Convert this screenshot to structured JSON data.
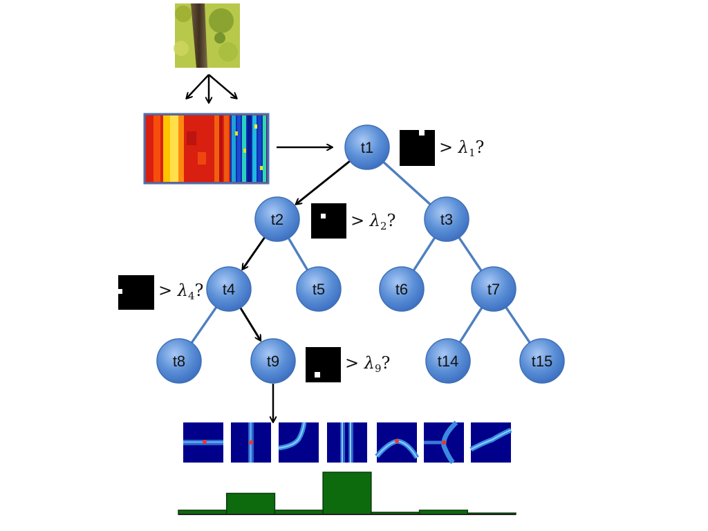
{
  "nodes": [
    {
      "id": "t1",
      "label": "t1"
    },
    {
      "id": "t2",
      "label": "t2"
    },
    {
      "id": "t3",
      "label": "t3"
    },
    {
      "id": "t4",
      "label": "t4"
    },
    {
      "id": "t5",
      "label": "t5"
    },
    {
      "id": "t6",
      "label": "t6"
    },
    {
      "id": "t7",
      "label": "t7"
    },
    {
      "id": "t8",
      "label": "t8"
    },
    {
      "id": "t9",
      "label": "t9"
    },
    {
      "id": "t14",
      "label": "t14"
    },
    {
      "id": "t15",
      "label": "t15"
    }
  ],
  "edges": [
    {
      "from": "t1",
      "to": "t2",
      "path": true
    },
    {
      "from": "t1",
      "to": "t3",
      "path": false
    },
    {
      "from": "t2",
      "to": "t4",
      "path": true
    },
    {
      "from": "t2",
      "to": "t5",
      "path": false
    },
    {
      "from": "t3",
      "to": "t6",
      "path": false
    },
    {
      "from": "t3",
      "to": "t7",
      "path": false
    },
    {
      "from": "t4",
      "to": "t8",
      "path": false
    },
    {
      "from": "t4",
      "to": "t9",
      "path": true
    },
    {
      "from": "t7",
      "to": "t14",
      "path": false
    },
    {
      "from": "t7",
      "to": "t15",
      "path": false
    }
  ],
  "conditions": [
    {
      "node": "t1",
      "prefix": "> ",
      "symbol": "λ",
      "subscript": "1",
      "suffix": "?"
    },
    {
      "node": "t2",
      "prefix": "> ",
      "symbol": "λ",
      "subscript": "2",
      "suffix": "?"
    },
    {
      "node": "t4",
      "prefix": "> ",
      "symbol": "λ",
      "subscript": "4",
      "suffix": "?"
    },
    {
      "node": "t9",
      "prefix": "> ",
      "symbol": "λ",
      "subscript": "9",
      "suffix": "?"
    }
  ],
  "histogram": {
    "bins": 7,
    "values": [
      0.1,
      0.5,
      0.1,
      1.0,
      0.05,
      0.1,
      0.02
    ]
  },
  "colors": {
    "node_fill": "#5b8fd6",
    "node_edge": "#3f6fb3",
    "branch_line": "#4f7fc0",
    "path_arrow": "#000000",
    "histogram_bar": "#0d6b0d",
    "filter_bg": "#00008b"
  },
  "icons": [
    "input-patch-image",
    "feature-channels-image",
    "split-mask-images",
    "filter-response-images"
  ]
}
